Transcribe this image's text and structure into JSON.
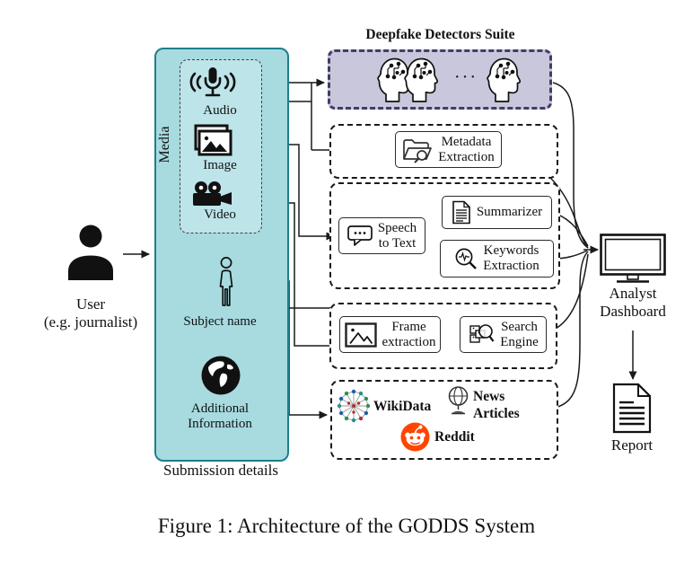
{
  "colors": {
    "submission_fill": "#a7dbe0",
    "submission_border": "#1e7f8b",
    "media_fill": "#bde4e9",
    "deepfake_fill": "#c9c7dc",
    "deepfake_border": "#403e66",
    "reddit_brand": "#ff4500",
    "connector_line": "#1a1a1a"
  },
  "icons": {
    "user": "person-silhouette",
    "audio": "microphone-with-soundwaves",
    "image": "photo-stack",
    "video": "film-camera",
    "subject": "person-outline",
    "additional": "globe-solid",
    "detector": "ai-head-circuit",
    "metadata": "folder-magnifier",
    "speech": "speech-bubble-ellipsis",
    "summarizer": "document-lines",
    "keywords": "magnifier-waveform",
    "frame": "image-frame",
    "search": "sitemap-magnifier",
    "wikidata": "network-graph",
    "news": "wireframe-globe-stand",
    "reddit": "reddit-logo",
    "dashboard": "desktop-monitor",
    "report": "document-report"
  },
  "user": {
    "line1": "User",
    "line2": "(e.g. journalist)"
  },
  "submission": {
    "caption": "Submission details",
    "media_label": "Media",
    "audio": "Audio",
    "image": "Image",
    "video": "Video",
    "subject": "Subject name",
    "additional_line1": "Additional",
    "additional_line2": "Information"
  },
  "suite": {
    "title": "Deepfake Detectors Suite",
    "dots": "· · ·"
  },
  "nodes": {
    "metadata": {
      "l1": "Metadata",
      "l2": "Extraction"
    },
    "speech": {
      "l1": "Speech",
      "l2": "to Text"
    },
    "summarizer": {
      "l1": "Summarizer"
    },
    "keywords": {
      "l1": "Keywords",
      "l2": "Extraction"
    },
    "frame": {
      "l1": "Frame",
      "l2": "extraction"
    },
    "search": {
      "l1": "Search",
      "l2": "Engine"
    }
  },
  "sources": {
    "wikidata": "WikiData",
    "news_l1": "News",
    "news_l2": "Articles",
    "reddit": "Reddit"
  },
  "output": {
    "dashboard_l1": "Analyst",
    "dashboard_l2": "Dashboard",
    "report": "Report"
  },
  "figure": {
    "caption": "Figure 1: Architecture of the GODDS System"
  }
}
